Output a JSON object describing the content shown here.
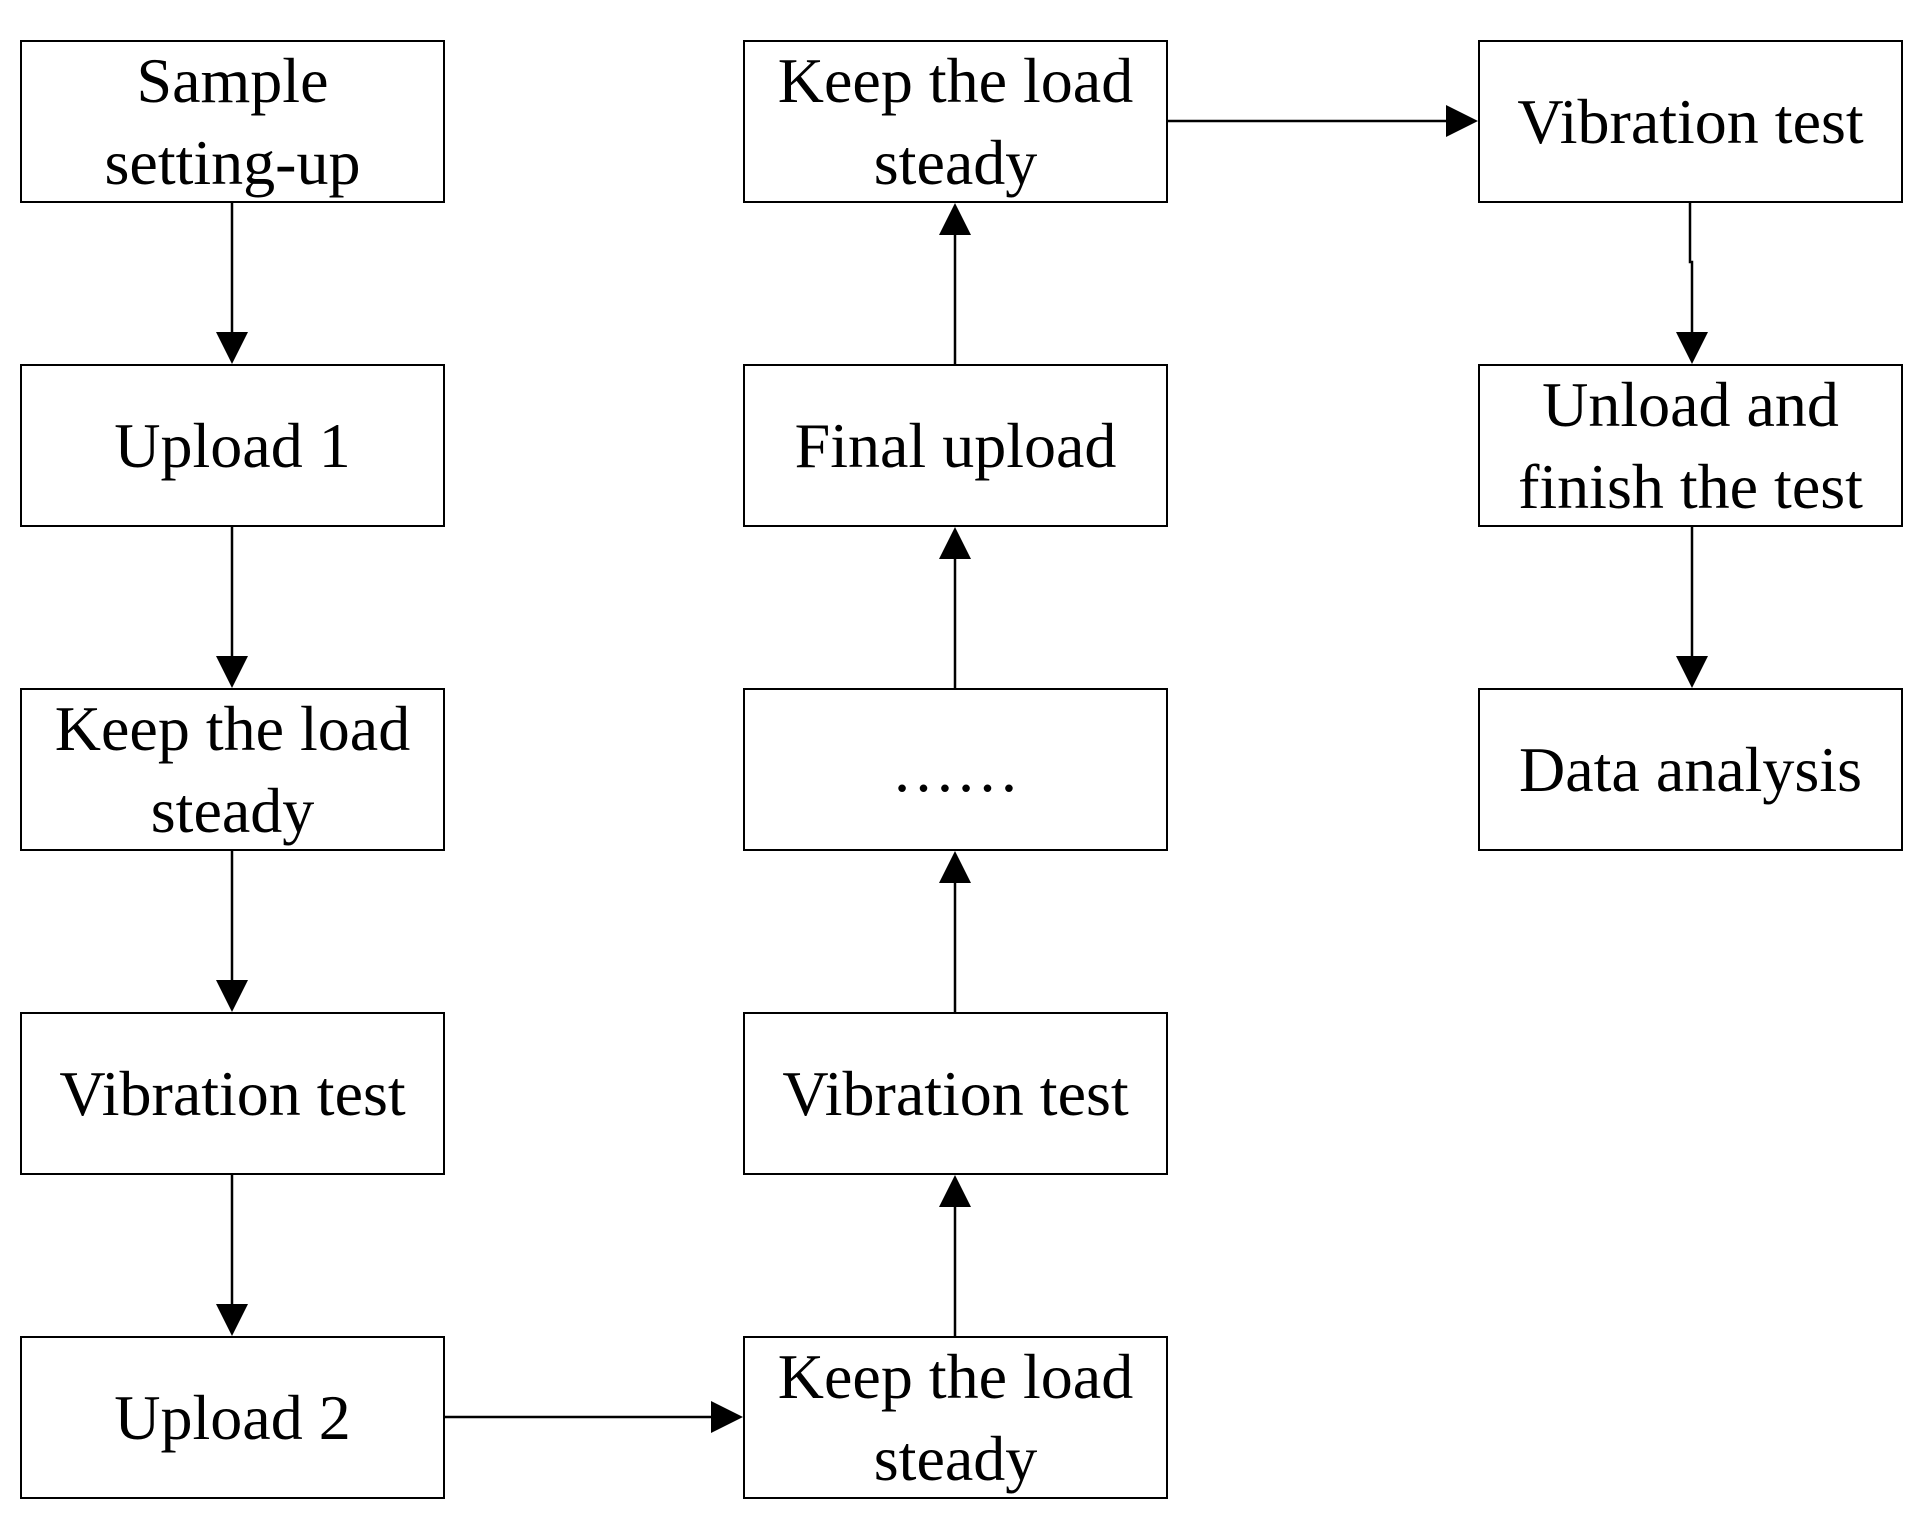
{
  "diagram": {
    "line_color": "#000000",
    "background_color": "#ffffff",
    "boxes": {
      "sample_setup": "Sample\nsetting-up",
      "upload_1": "Upload 1",
      "keep_load_1": "Keep the load\nsteady",
      "vibration_1": "Vibration test",
      "upload_2": "Upload 2",
      "keep_load_2": "Keep the load\nsteady",
      "vibration_2": "Vibration test",
      "ellipsis": "……",
      "final_upload": "Final upload",
      "keep_load_3": "Keep the load\nsteady",
      "vibration_3": "Vibration test",
      "unload_finish": "Unload and\nfinish the test",
      "data_analysis": "Data analysis"
    },
    "edges": [
      {
        "from": "sample_setup",
        "to": "upload_1"
      },
      {
        "from": "upload_1",
        "to": "keep_load_1"
      },
      {
        "from": "keep_load_1",
        "to": "vibration_1"
      },
      {
        "from": "vibration_1",
        "to": "upload_2"
      },
      {
        "from": "upload_2",
        "to": "keep_load_2"
      },
      {
        "from": "keep_load_2",
        "to": "vibration_2"
      },
      {
        "from": "vibration_2",
        "to": "ellipsis"
      },
      {
        "from": "ellipsis",
        "to": "final_upload"
      },
      {
        "from": "final_upload",
        "to": "keep_load_3"
      },
      {
        "from": "keep_load_3",
        "to": "vibration_3"
      },
      {
        "from": "vibration_3",
        "to": "unload_finish"
      },
      {
        "from": "unload_finish",
        "to": "data_analysis"
      }
    ]
  }
}
